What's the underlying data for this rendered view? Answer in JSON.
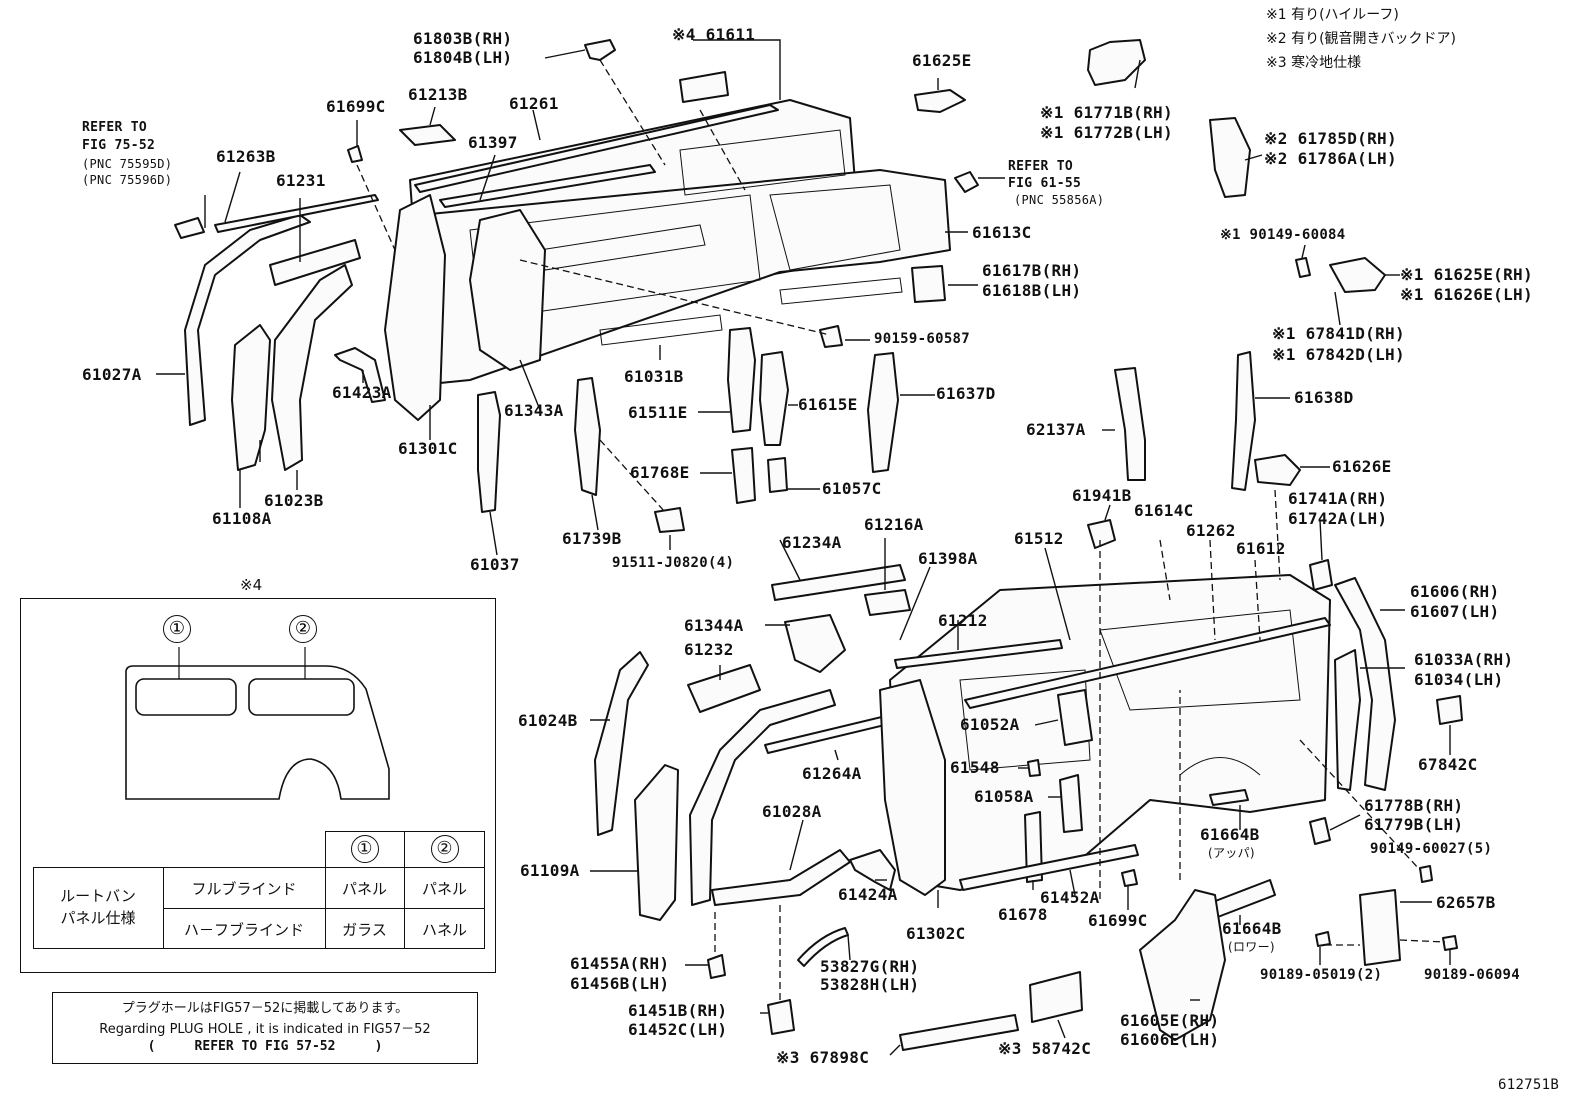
{
  "notes": [
    "※1 有り(ハイルーフ)",
    "※2 有り(観音開きバックドア)",
    "※3 寒冷地仕様"
  ],
  "refer_fig75": [
    "REFER TO",
    "FIG 75-52",
    "(PNC 75595D)",
    "(PNC 75596D)"
  ],
  "refer_fig61": [
    "REFER TO",
    "FIG 61-55",
    "(PNC 55856A)"
  ],
  "labels": {
    "l_61803B": "61803B(RH)",
    "l_61804B": "61804B(LH)",
    "l_61611": "※4 61611",
    "l_61625E_top": "61625E",
    "l_61699C_top": "61699C",
    "l_61213B": "61213B",
    "l_61261": "61261",
    "l_61263B": "61263B",
    "l_61397": "61397",
    "l_61231": "61231",
    "l_61771B": "※1 61771B(RH)",
    "l_61772B": "※1 61772B(LH)",
    "l_61785D": "※2 61785D(RH)",
    "l_61786A": "※2 61786A(LH)",
    "l_61613C": "61613C",
    "l_90149_60084": "※1 90149-60084",
    "l_61617B": "61617B(RH)",
    "l_61618B": "61618B(LH)",
    "l_61625E_r": "※1 61625E(RH)",
    "l_61626E_r": "※1 61626E(LH)",
    "l_90159_60587": "90159-60587",
    "l_67841D": "※1 67841D(RH)",
    "l_67842D": "※1 67842D(LH)",
    "l_61027A": "61027A",
    "l_61031B": "61031B",
    "l_61423A": "61423A",
    "l_61343A": "61343A",
    "l_61511E": "61511E",
    "l_61615E": "61615E",
    "l_61637D": "61637D",
    "l_61638D": "61638D",
    "l_61301C": "61301C",
    "l_62137A": "62137A",
    "l_61768E": "61768E",
    "l_61057C": "61057C",
    "l_61626E": "61626E",
    "l_61023B": "61023B",
    "l_61108A": "61108A",
    "l_61739B": "61739B",
    "l_61941B": "61941B",
    "l_61741A": "61741A(RH)",
    "l_61742A": "61742A(LH)",
    "l_91511": "91511-J0820(4)",
    "l_61037": "61037",
    "l_61234A": "61234A",
    "l_61216A": "61216A",
    "l_61512": "61512",
    "l_61614C": "61614C",
    "l_61262": "61262",
    "l_61612": "61612",
    "l_61398A": "61398A",
    "l_61606": "61606(RH)",
    "l_61607": "61607(LH)",
    "l_61344A": "61344A",
    "l_61212": "61212",
    "l_61232": "61232",
    "l_61033A": "61033A(RH)",
    "l_61034": "61034(LH)",
    "l_61024B": "61024B",
    "l_61052A": "61052A",
    "l_61264A": "61264A",
    "l_67842C": "67842C",
    "l_61548": "61548",
    "l_61058A": "61058A",
    "l_61778B": "61778B(RH)",
    "l_61779B": "61779B(LH)",
    "l_61028A": "61028A",
    "l_61664B_up": "61664B",
    "l_appa": "(アッパ)",
    "l_90149_60027": "90149-60027(5)",
    "l_61109A": "61109A",
    "l_61424A": "61424A",
    "l_61452A": "61452A",
    "l_62657B": "62657B",
    "l_61678": "61678",
    "l_61699C_b": "61699C",
    "l_61302C": "61302C",
    "l_61664B_lo": "61664B",
    "l_rowa": "(ロワー)",
    "l_61455A": "61455A(RH)",
    "l_61456B": "61456B(LH)",
    "l_53827G": "53827G(RH)",
    "l_53828H": "53828H(LH)",
    "l_90189_05019": "90189-05019(2)",
    "l_90189_06094": "90189-06094",
    "l_61451B": "61451B(RH)",
    "l_61452C": "61452C(LH)",
    "l_61605E": "61605E(RH)",
    "l_61606E": "61606E(LH)",
    "l_67898C": "※3 67898C",
    "l_58742C": "※3 58742C",
    "l_ref_code": "612751B"
  },
  "inset": {
    "mark": "※4",
    "circle1": "①",
    "circle2": "②",
    "table": {
      "head1": "①",
      "head2": "②",
      "row_group": "ルートバン\nパネル仕様",
      "row1": [
        "フルブラインド",
        "パネル",
        "パネル"
      ],
      "row2": [
        "ハ－フブラインド",
        "ガラス",
        "ハネル"
      ]
    }
  },
  "plug_note": {
    "line1": "プラグホールはFIG57－52に掲載してあります。",
    "line2": "Regarding PLUG HOLE , it is indicated in FIG57－52",
    "line3": "(     REFER TO FIG 57-52     )"
  }
}
